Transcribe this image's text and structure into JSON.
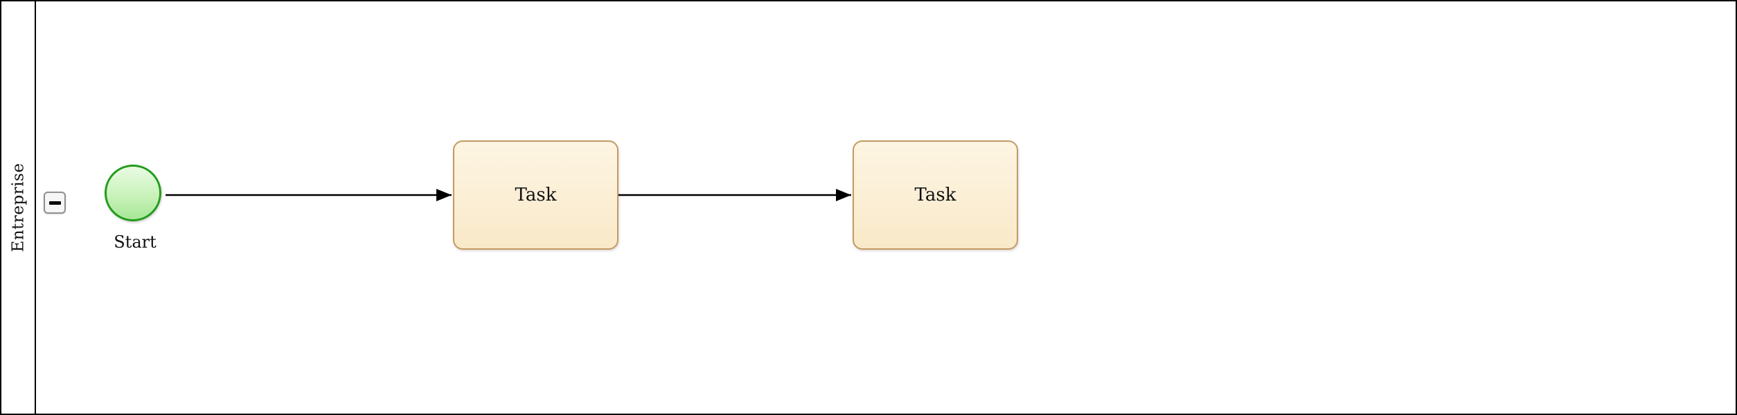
{
  "diagram_type": "bpmn-process",
  "pool": {
    "label": "Entreprise",
    "collapse_button_symbol": "−"
  },
  "nodes": {
    "start": {
      "label": "Start",
      "type": "start-event",
      "border_color": "#239b1c",
      "fill_top": "#e9fbe3",
      "fill_bottom": "#a6e796"
    },
    "task1": {
      "label": "Task",
      "type": "task",
      "border_color": "#c49a62",
      "fill_top": "#fdf5e2",
      "fill_bottom": "#f9e9c8"
    },
    "task2": {
      "label": "Task",
      "type": "task",
      "border_color": "#c49a62",
      "fill_top": "#fdf5e2",
      "fill_bottom": "#f9e9c8"
    }
  },
  "edges": [
    {
      "from": "start",
      "to": "task1",
      "color": "#000000"
    },
    {
      "from": "task1",
      "to": "task2",
      "color": "#000000"
    }
  ],
  "colors": {
    "pool_border": "#000000",
    "canvas_background": "#ffffff",
    "edge": "#000000"
  }
}
